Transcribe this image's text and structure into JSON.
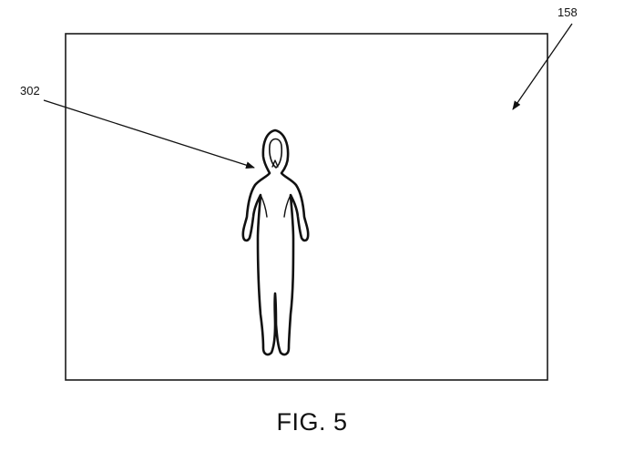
{
  "figure": {
    "caption": "FIG. 5",
    "ref_labels": {
      "display": "158",
      "silhouette": "302"
    },
    "icons": {
      "display": "display-frame",
      "silhouette": "human-silhouette-icon"
    }
  }
}
